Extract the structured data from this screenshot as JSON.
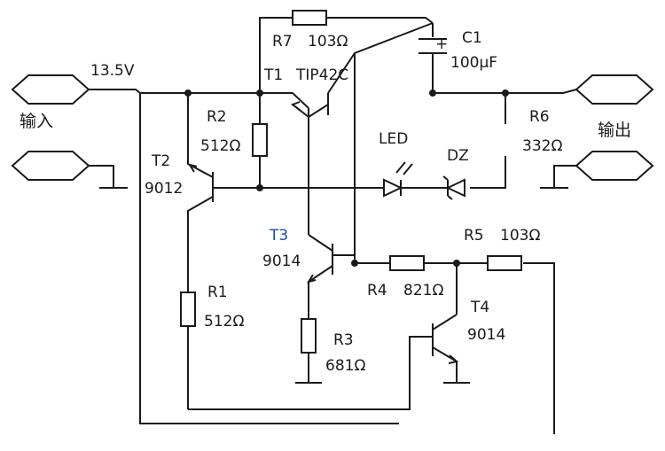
{
  "supply": {
    "voltage": "13.5V"
  },
  "terminals": {
    "input": "输入",
    "output": "输出"
  },
  "components": {
    "R7": {
      "ref": "R7",
      "value": "103Ω"
    },
    "C1": {
      "ref": "C1",
      "value": "100μF",
      "polarity": "+"
    },
    "T1": {
      "ref": "T1",
      "model": "TIP42C"
    },
    "R2": {
      "ref": "R2",
      "value": "512Ω"
    },
    "T2": {
      "ref": "T2",
      "model": "9012"
    },
    "LED": {
      "ref": "LED"
    },
    "DZ": {
      "ref": "DZ"
    },
    "R6": {
      "ref": "R6",
      "value": "332Ω"
    },
    "T3": {
      "ref": "T3",
      "model": "9014"
    },
    "R4": {
      "ref": "R4",
      "value": "821Ω"
    },
    "R5": {
      "ref": "R5",
      "value": "103Ω"
    },
    "R1": {
      "ref": "R1",
      "value": "512Ω"
    },
    "R3": {
      "ref": "R3",
      "value": "681Ω"
    },
    "T4": {
      "ref": "T4",
      "model": "9014"
    }
  },
  "colors": {
    "ink": "#1a1a1a",
    "highlight_label": "#1f4e9c",
    "background": "#ffffff"
  }
}
